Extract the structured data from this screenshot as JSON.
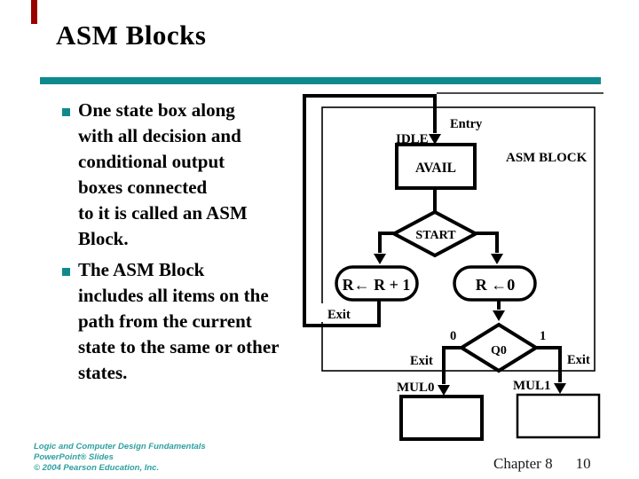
{
  "slide": {
    "title": "ASM Blocks",
    "accent_color": "#0e8a8e",
    "red_bar_color": "#990000",
    "logo_color": "#2fa0a0"
  },
  "bullets": [
    {
      "lines": [
        "One state box along",
        "with all decision and",
        "conditional output",
        "boxes connected",
        "to it is called an ASM",
        "Block."
      ]
    },
    {
      "lines": [
        "The ASM Block",
        "includes all items on the",
        "path from the current",
        "state to the same or other",
        "states."
      ]
    }
  ],
  "diagram": {
    "entry_label": "Entry",
    "idle_label": "IDLE",
    "asm_block_label": "ASM BLOCK",
    "avail_label": "AVAIL",
    "start_label": "START",
    "cond_left_label": "R← R + 1",
    "cond_right_label": "R ←0",
    "exit_left_label": "Exit",
    "exit_mid_label": "Exit",
    "exit_right_label": "Exit",
    "branch0_label": "0",
    "branch1_label": "1",
    "q0_label": "Q0",
    "mul0_label": "MUL0",
    "mul1_label": "MUL1"
  },
  "footer": {
    "logo_lines": [
      "Logic and Computer Design Fundamentals",
      "PowerPoint® Slides",
      "© 2004 Pearson Education, Inc."
    ],
    "chapter": "Chapter 8",
    "page": "10"
  }
}
